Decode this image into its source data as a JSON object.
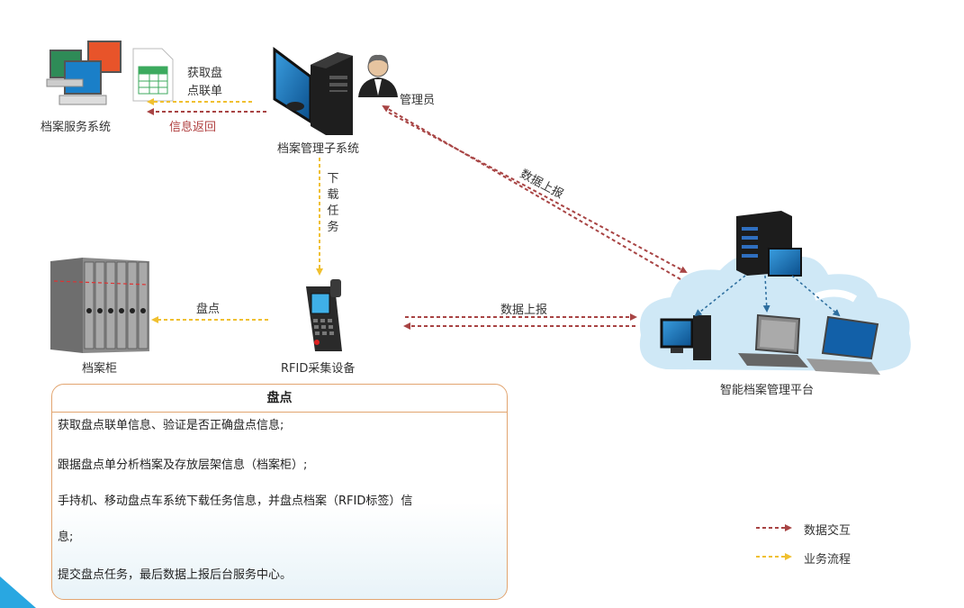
{
  "nodes": {
    "archive_service": "档案服务系统",
    "get_sheet_line1": "获取盘",
    "get_sheet_line2": "点联单",
    "info_return": "信息返回",
    "archive_mgmt": "档案管理子系统",
    "admin": "管理员",
    "download_task": [
      "下",
      "载",
      "任",
      "务"
    ],
    "data_report_top": "数据上报",
    "cabinet": "档案柜",
    "inventory": "盘点",
    "rfid_device": "RFID采集设备",
    "data_report_mid": "数据上报",
    "platform": "智能档案管理平台"
  },
  "panel": {
    "title": "盘点",
    "lines": [
      "获取盘点联单信息、验证是否正确盘点信息;",
      "跟据盘点单分析档案及存放层架信息（档案柜）;",
      "手持机、移动盘点车系统下载任务信息，并盘点档案（RFID标签）信",
      "息;",
      "提交盘点任务，最后数据上报后台服务中心。"
    ]
  },
  "legend": {
    "data_exchange": "数据交互",
    "business_flow": "业务流程"
  },
  "colors": {
    "data_exchange": "#a84444",
    "business_flow": "#f0c030",
    "panel_border": "#e2a570",
    "cloud": "#cfe8f6",
    "inner_arrow": "#2d6e9e"
  }
}
